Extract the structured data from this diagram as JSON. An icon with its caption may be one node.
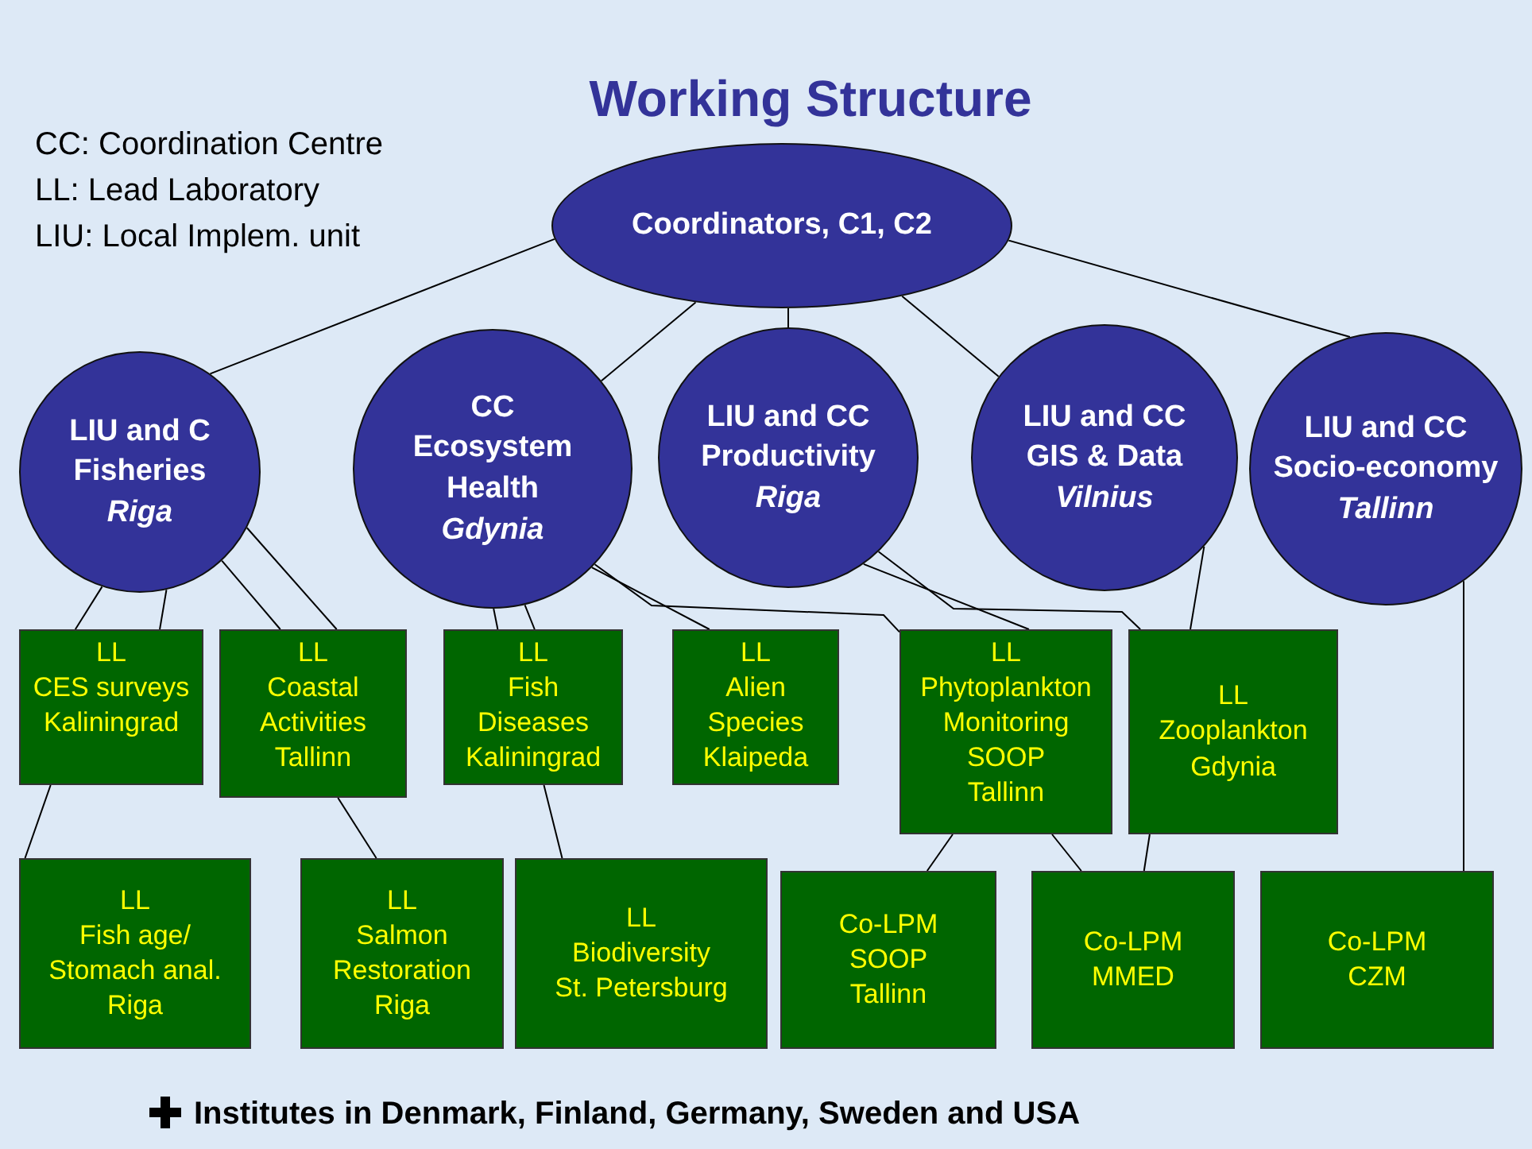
{
  "diagram": {
    "title": "Working Structure",
    "nodes": [
      {
        "text": [
          "Coordinators, C1, C2"
        ]
      },
      {
        "text": [
          "LIU and C",
          "Fisheries",
          "Riga"
        ]
      },
      {
        "text": [
          "CC",
          "Ecosystem Health",
          "Gdynia"
        ]
      },
      {
        "text": [
          "LIU and CC",
          "Productivity",
          "Riga"
        ]
      },
      {
        "text": [
          "LIU and CC",
          "GIS & Data",
          "Vilnius"
        ]
      },
      {
        "text": [
          "LIU and CC",
          "Socio-economy",
          "Tallinn"
        ]
      },
      {
        "text": [
          "LL",
          "CES surveys",
          "Kaliningrad"
        ]
      },
      {
        "text": [
          "LL",
          "Coastal Activities",
          "Tallinn"
        ]
      },
      {
        "text": [
          "LL",
          "Fish Diseases",
          "Kaliningrad"
        ]
      },
      {
        "text": [
          "LL",
          "Alien Species",
          "Klaipeda"
        ]
      },
      {
        "text": [
          "LL",
          "Phytoplankton Monitoring",
          "SOOP",
          "Tallinn"
        ]
      },
      {
        "text": [
          "LL",
          "Zooplankton",
          "Gdynia"
        ]
      },
      {
        "text": [
          "LL",
          "Fish age/ Stomach anal.",
          "Riga"
        ]
      },
      {
        "text": [
          "LL",
          "Salmon Restoration",
          "Riga"
        ]
      },
      {
        "text": [
          "LL",
          "Biodiversity",
          "St. Petersburg"
        ]
      },
      {
        "text": [
          "Co-LPM",
          "SOOP",
          "Tallinn"
        ]
      },
      {
        "text": [
          "Co-LPM",
          "MMED"
        ]
      },
      {
        "text": [
          "Co-LPM",
          "CZM"
        ]
      }
    ],
    "edges": [
      {
        "from": 0,
        "to": 1,
        "arrow": "none"
      },
      {
        "from": 0,
        "to": 2,
        "arrow": "none"
      },
      {
        "from": 0,
        "to": 3,
        "arrow": "none"
      },
      {
        "from": 0,
        "to": 4,
        "arrow": "none"
      },
      {
        "from": 0,
        "to": 5,
        "arrow": "none"
      },
      {
        "from": 1,
        "to": 6,
        "arrow": "none"
      },
      {
        "from": 1,
        "to": 6,
        "arrow": "none"
      },
      {
        "from": 1,
        "to": 7,
        "arrow": "none"
      },
      {
        "from": 1,
        "to": 7,
        "arrow": "none"
      },
      {
        "from": 2,
        "to": 8,
        "arrow": "none"
      },
      {
        "from": 2,
        "to": 8,
        "arrow": "none"
      },
      {
        "from": 2,
        "to": 9,
        "arrow": "none"
      },
      {
        "from": 2,
        "to": 10,
        "arrow": "none"
      },
      {
        "from": 3,
        "to": 10,
        "arrow": "none"
      },
      {
        "from": 3,
        "to": 11,
        "arrow": "none"
      },
      {
        "from": 4,
        "to": 11,
        "arrow": "none"
      },
      {
        "from": 6,
        "to": 12,
        "arrow": "none"
      },
      {
        "from": 7,
        "to": 13,
        "arrow": "none"
      },
      {
        "from": 8,
        "to": 14,
        "arrow": "none"
      },
      {
        "from": 10,
        "to": 15,
        "arrow": "none"
      },
      {
        "from": 10,
        "to": 16,
        "arrow": "none"
      },
      {
        "from": 11,
        "to": 16,
        "arrow": "none"
      },
      {
        "from": 5,
        "to": 17,
        "arrow": "none"
      }
    ],
    "labels": [
      "CC:  Coordination Centre",
      "LL:  Lead Laboratory",
      "LIU:  Local Implem. unit",
      "Institutes in Denmark, Finland, Germany, Sweden and USA"
    ]
  }
}
